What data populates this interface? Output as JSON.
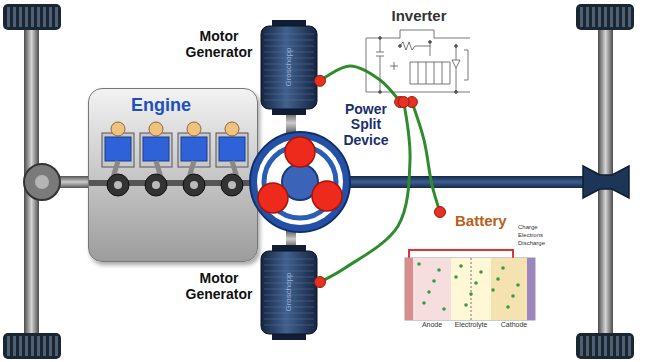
{
  "diagram": {
    "nodes": [
      {
        "text": [
          "Motor Generator"
        ]
      },
      {
        "text": [
          "Inverter"
        ]
      },
      {
        "text": [
          "Engine"
        ]
      },
      {
        "text": [
          "Power Split Device"
        ]
      },
      {
        "text": [
          "Battery"
        ]
      },
      {
        "text": [
          "Motor Generator"
        ]
      }
    ],
    "edges": [
      {
        "from": 0,
        "to": 1,
        "arrow": "none"
      },
      {
        "from": 1,
        "to": 4,
        "arrow": "none"
      },
      {
        "from": 1,
        "to": 5,
        "arrow": "none"
      }
    ],
    "labels": [
      "Groschopp",
      "Groschopp",
      "Charge",
      "Electrons",
      "Discharge",
      "Anode",
      "Electrolyte",
      "Cathode"
    ]
  }
}
